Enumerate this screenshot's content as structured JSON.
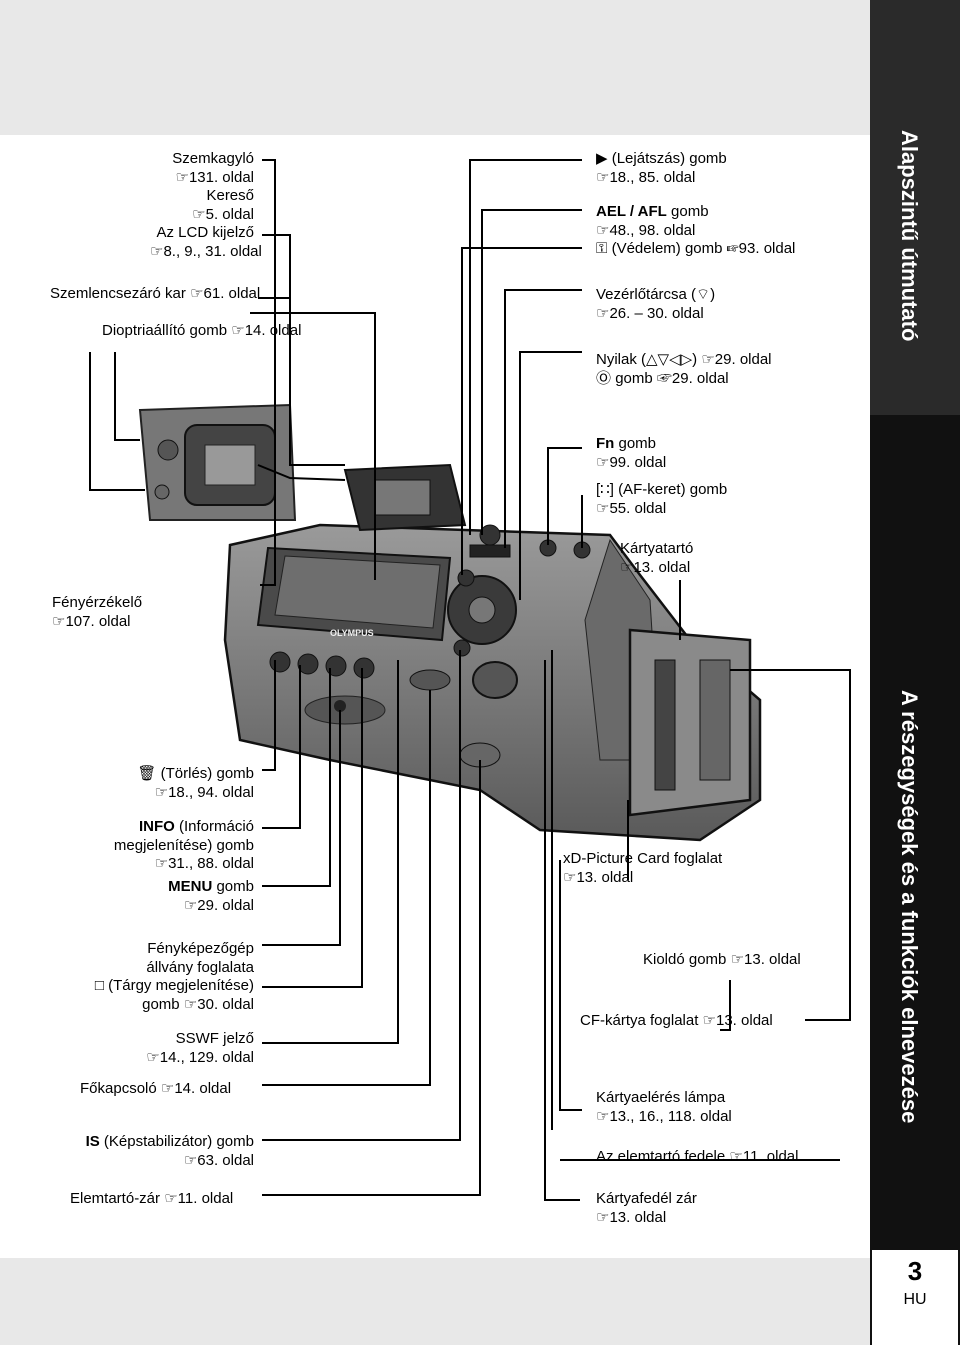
{
  "sidebar": {
    "section_top": "Alapszintű útmutató",
    "section_bottom": "A részegységek és a funkciók elnevezése",
    "page_number": "3",
    "language": "HU"
  },
  "labels_left": {
    "szemkagylo": "Szemkagyló",
    "szemkagylo_ref": "131. oldal",
    "kereso": "Kereső",
    "kereso_ref": "5. oldal",
    "lcd": "Az LCD kijelző",
    "lcd_ref": "8., 9., 31. oldal",
    "szemlencse": "Szemlencsezáró kar",
    "szemlencse_ref": "61. oldal",
    "dioptria": "Dioptriaállító gomb",
    "dioptria_ref": "14. oldal",
    "fenyerz": "Fényérzékelő",
    "fenyerz_ref": "107. oldal",
    "torles": "(Törlés) gomb",
    "torles_ref": "18., 94. oldal",
    "info_key": "INFO",
    "info": "(Információ",
    "info2": "megjelenítése) gomb",
    "info_ref": "31., 88. oldal",
    "menu_key": "MENU",
    "menu": "gomb",
    "menu_ref": "29. oldal",
    "allvany1": "Fényképezőgép",
    "allvany2": "állvány foglalata",
    "targy": "(Tárgy megjelenítése)",
    "targy2": "gomb",
    "targy_ref": "30. oldal",
    "sswf": "SSWF jelző",
    "sswf_ref": "14., 129. oldal",
    "fokapcsolo": "Főkapcsoló",
    "fokapcsolo_ref": "14. oldal",
    "is_key": "IS",
    "is": "(Képstabilizátor) gomb",
    "is_ref": "63. oldal",
    "elemtarto": "Elemtartó-zár",
    "elemtarto_ref": "11. oldal"
  },
  "labels_right": {
    "lejatszas": "(Lejátszás) gomb",
    "lejatszas_ref": "18., 85. oldal",
    "ael_key": "AEL / AFL",
    "ael": "gomb",
    "ael_ref": "48., 98. oldal",
    "vedelem": "(Védelem) gomb",
    "vedelem_ref": "93. oldal",
    "vezerlo": "Vezérlőtárcsa (",
    "vezerlo_end": ")",
    "vezerlo_ref": "26. – 30. oldal",
    "nyilak": "Nyilak (",
    "nyilak_end": ")",
    "nyilak_ref": "29. oldal",
    "ok_gomb": "gomb",
    "ok_ref": "29. oldal",
    "fn_key": "Fn",
    "fn": "gomb",
    "fn_ref": "99. oldal",
    "afkeret": "(AF-keret) gomb",
    "afkeret_ref": "55. oldal",
    "kartyatarto": "Kártyatartó",
    "kartyatarto_ref": "13. oldal",
    "xd": "xD-Picture Card foglalat",
    "xd_ref": "13. oldal",
    "kiold": "Kioldó gomb",
    "kiold_ref": "13. oldal",
    "cf": "CF-kártya foglalat",
    "cf_ref": "13. oldal",
    "lampa": "Kártyaelérés lámpa",
    "lampa_ref": "13., 16., 118. oldal",
    "fedele": "Az elemtartó fedele",
    "fedele_ref": "11. oldal",
    "fedelzar": "Kártyafedél zár",
    "fedelzar_ref": "13. oldal"
  },
  "camera": {
    "brand": "OLYMPUS"
  }
}
